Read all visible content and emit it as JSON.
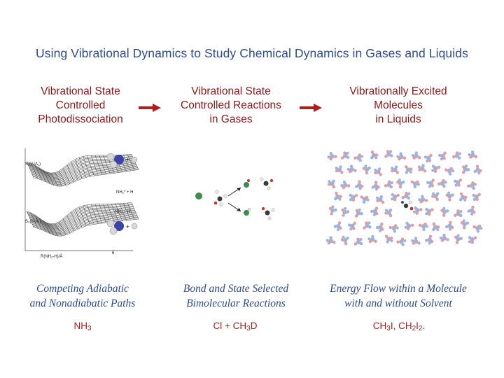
{
  "slide": {
    "title": "Using Vibrational Dynamics to Study Chemical Dynamics in Gases and Liquids"
  },
  "stages": [
    {
      "line1": "Vibrational State",
      "line2": "Controlled",
      "line3": "Photodissociation"
    },
    {
      "line1": "Vibrational State",
      "line2": "Controlled Reactions",
      "line3": "in Gases"
    },
    {
      "line1": "Vibrationally Excited",
      "line2": "Molecules",
      "line3": "in Liquids"
    }
  ],
  "captions": [
    {
      "line1": "Competing Adiabatic",
      "line2": "and Nonadiabatic Paths"
    },
    {
      "line1": "Bond and State Selected",
      "line2": "Bimolecular Reactions"
    },
    {
      "line1": "Energy Flow within a Molecule",
      "line2": "with and without Solvent"
    }
  ],
  "systems": [
    {
      "parts": [
        {
          "text": "NH"
        },
        {
          "sub": "3"
        }
      ]
    },
    {
      "parts": [
        {
          "text": "Cl + CH"
        },
        {
          "sub": "3"
        },
        {
          "text": "D"
        }
      ]
    },
    {
      "parts": [
        {
          "text": "CH"
        },
        {
          "sub": "3"
        },
        {
          "text": "I, CH"
        },
        {
          "sub": "2"
        },
        {
          "text": "I"
        },
        {
          "sub": "2"
        },
        {
          "text": "."
        }
      ]
    }
  ],
  "colors": {
    "title": "#2f4b8a",
    "stage_text": "#8a1a1a",
    "caption_text": "#2f4b8a",
    "system_text": "#a11f1f",
    "arrow": "#b01e1e",
    "chlorine": "#3e8a4a",
    "carbon": "#3a3a3a",
    "hydrogen": "#d8d8d8",
    "deuterium": "#c0392b",
    "nitrogen": "#3a43a8",
    "solvent_atom": "#9fb3da",
    "solvent_halogen": "#e79a9a"
  },
  "surface_panel": {
    "labels": {
      "upper_state": "S₁(A²A₁)",
      "lower_state": "S₀(X²A₁)",
      "upper_channel": "NH₂* + H",
      "lower_channel": "NH₂ + H",
      "plus_upper": "+",
      "plus_lower": "+",
      "axis_label": "R(NH₂-H)/Å",
      "axis_tick": "6"
    }
  }
}
